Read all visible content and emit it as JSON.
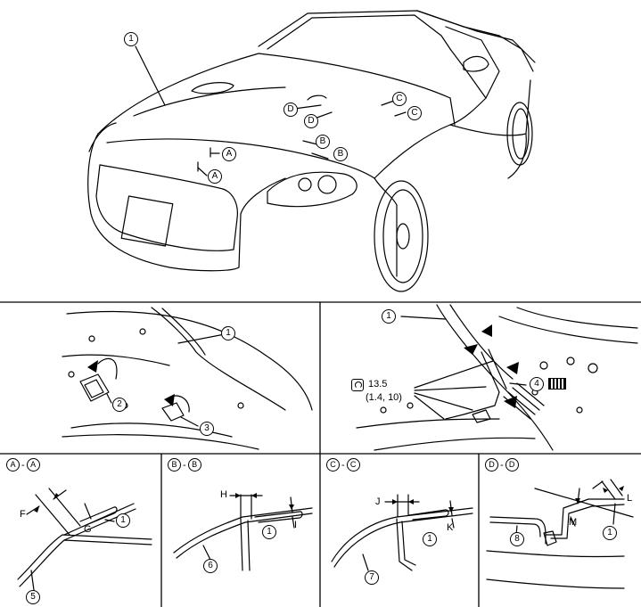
{
  "main_view": {
    "callouts": [
      {
        "id": "main-callout-1",
        "text": "1"
      },
      {
        "id": "main-callout-a1",
        "text": "A"
      },
      {
        "id": "main-callout-a2",
        "text": "A"
      },
      {
        "id": "main-callout-b1",
        "text": "B"
      },
      {
        "id": "main-callout-b2",
        "text": "B"
      },
      {
        "id": "main-callout-c1",
        "text": "C"
      },
      {
        "id": "main-callout-c2",
        "text": "C"
      },
      {
        "id": "main-callout-d1",
        "text": "D"
      },
      {
        "id": "main-callout-d2",
        "text": "D"
      }
    ]
  },
  "hinge_view": {
    "callouts": {
      "one": "1",
      "two": "2",
      "three": "3"
    }
  },
  "bolt_view": {
    "callouts": {
      "one": "1",
      "four": "4"
    },
    "torque_value": "13.5",
    "torque_units": "(1.4, 10)"
  },
  "sections": [
    {
      "start": "A",
      "end": "A",
      "dims": [
        "F",
        "G"
      ],
      "callouts": [
        "1",
        "5"
      ]
    },
    {
      "start": "B",
      "end": "B",
      "dims": [
        "H",
        "I"
      ],
      "callouts": [
        "1",
        "6"
      ]
    },
    {
      "start": "C",
      "end": "C",
      "dims": [
        "J",
        "K"
      ],
      "callouts": [
        "1",
        "7"
      ]
    },
    {
      "start": "D",
      "end": "D",
      "dims": [
        "L",
        "M"
      ],
      "callouts": [
        "1",
        "8"
      ]
    }
  ],
  "section_separator": "-"
}
